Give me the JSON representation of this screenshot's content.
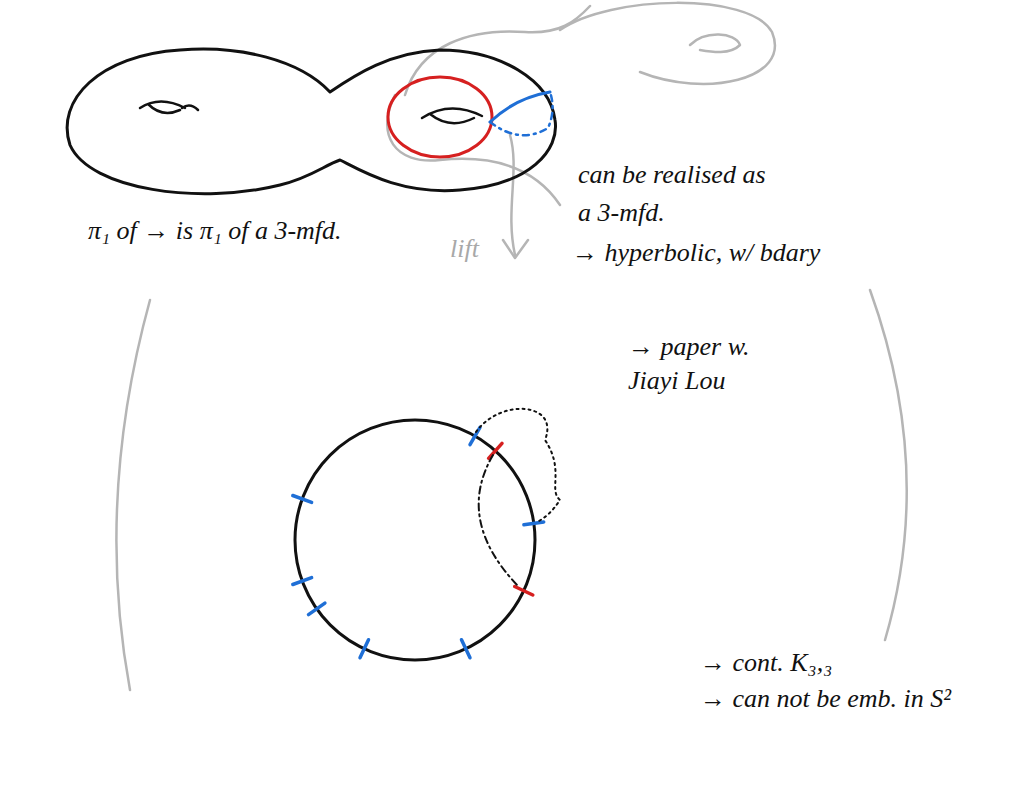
{
  "diagram": {
    "labels": [
      "can be realised as",
      "a 3-mfd.",
      "→ hyperbolic, w/ bdary",
      "π₁ of → is π₁ of a 3-mfd.",
      "lift",
      "→ paper w. Jiayi Lou",
      "→ cont. K₃,₃",
      "→ can not be emb. in S²"
    ]
  }
}
